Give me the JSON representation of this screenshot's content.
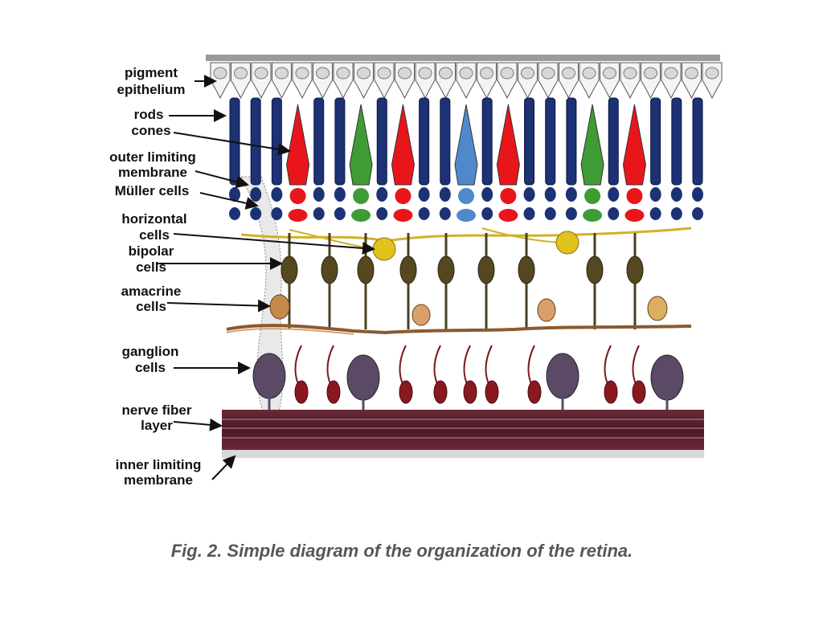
{
  "labels": {
    "pigment_epithelium": [
      "pigment",
      "epithelium"
    ],
    "rods": "rods",
    "cones": "cones",
    "outer_limiting_membrane": [
      "outer limiting",
      "membrane"
    ],
    "muller_cells": "Müller cells",
    "horizontal_cells": [
      "horizontal",
      "cells"
    ],
    "bipolar_cells": [
      "bipolar",
      "cells"
    ],
    "amacrine_cells": [
      "amacrine",
      "cells"
    ],
    "ganglion_cells": [
      "ganglion",
      "cells"
    ],
    "nerve_fiber_layer": [
      "nerve fiber",
      "layer"
    ],
    "inner_limiting_membrane": [
      "inner limiting",
      "membrane"
    ]
  },
  "caption": "Fig. 2. Simple diagram of the organization of the retina.",
  "photoreceptors": [
    "rod",
    "rod",
    "rod",
    "cone:red",
    "rod",
    "rod",
    "cone:green",
    "rod",
    "cone:red",
    "rod",
    "rod",
    "cone:blue",
    "rod",
    "cone:red",
    "rod",
    "rod",
    "rod",
    "cone:green",
    "rod",
    "cone:red",
    "rod",
    "rod",
    "rod"
  ],
  "colors": {
    "rod": "#1c3275",
    "cone_red": "#e8161b",
    "cone_green": "#3f9c35",
    "cone_blue": "#4f89cc",
    "pigment": "#d8d8d8",
    "bipolar": "#4a4020",
    "horizontal": "#e0c020",
    "amacrine": "#c48a4c",
    "ganglion": "#5a4a66",
    "nerve_fiber": "#5a2030"
  }
}
